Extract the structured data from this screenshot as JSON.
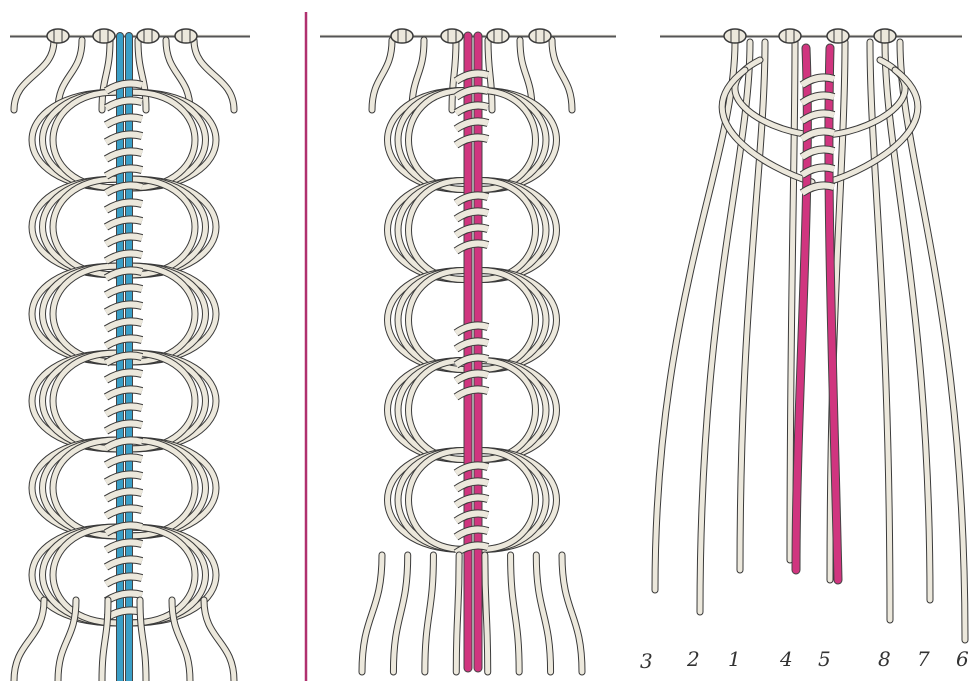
{
  "figure": {
    "panels": [
      {
        "id": "left",
        "accent_cord_color": "#3a9ec6"
      },
      {
        "id": "middle",
        "accent_cord_color": "#d0357f"
      },
      {
        "id": "right",
        "accent_cord_color": "#d0357f"
      }
    ],
    "divider_color": "#b0306f",
    "cord_color": "#ece8dc",
    "cord_outline": "#3a3a3a",
    "strand_labels": [
      "3",
      "2",
      "1",
      "4",
      "5",
      "8",
      "7",
      "6"
    ]
  }
}
